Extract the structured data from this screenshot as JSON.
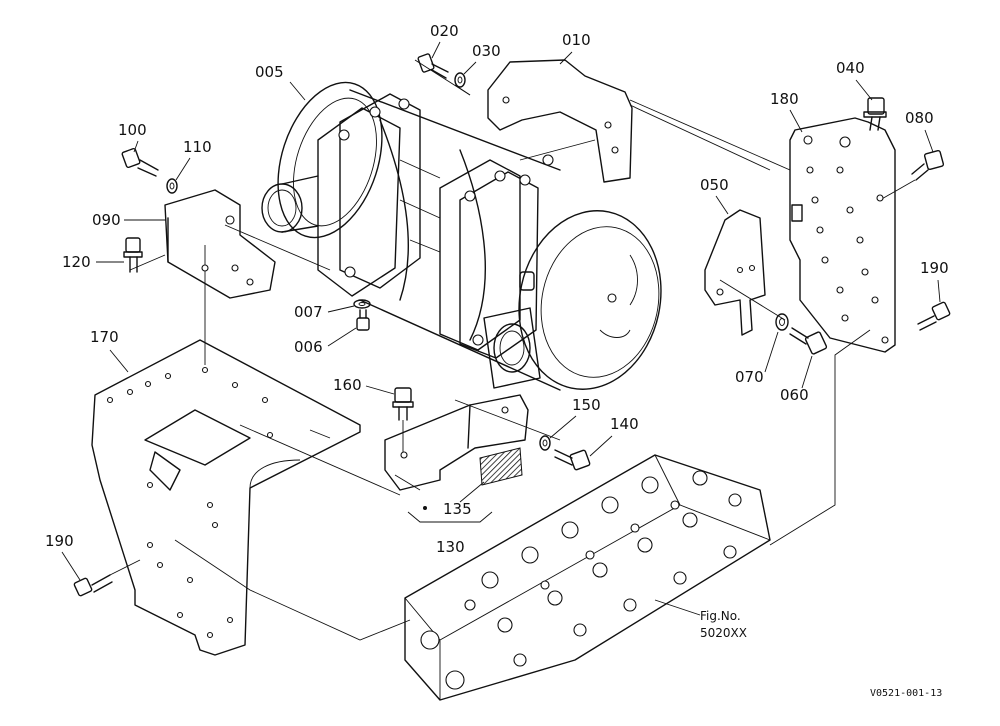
{
  "callouts": {
    "c005": "005",
    "c006": "006",
    "c007": "007",
    "c010": "010",
    "c020": "020",
    "c030": "030",
    "c040": "040",
    "c050": "050",
    "c060": "060",
    "c070": "070",
    "c080": "080",
    "c090": "090",
    "c100": "100",
    "c110": "110",
    "c120": "120",
    "c130": "130",
    "c135": "135",
    "c140": "140",
    "c150": "150",
    "c160": "160",
    "c170": "170",
    "c180": "180",
    "c190a": "190",
    "c190b": "190"
  },
  "fig_ref": {
    "line1": "Fig.No.",
    "line2": "5020XX"
  },
  "drawing_code": "V0521-001-13"
}
